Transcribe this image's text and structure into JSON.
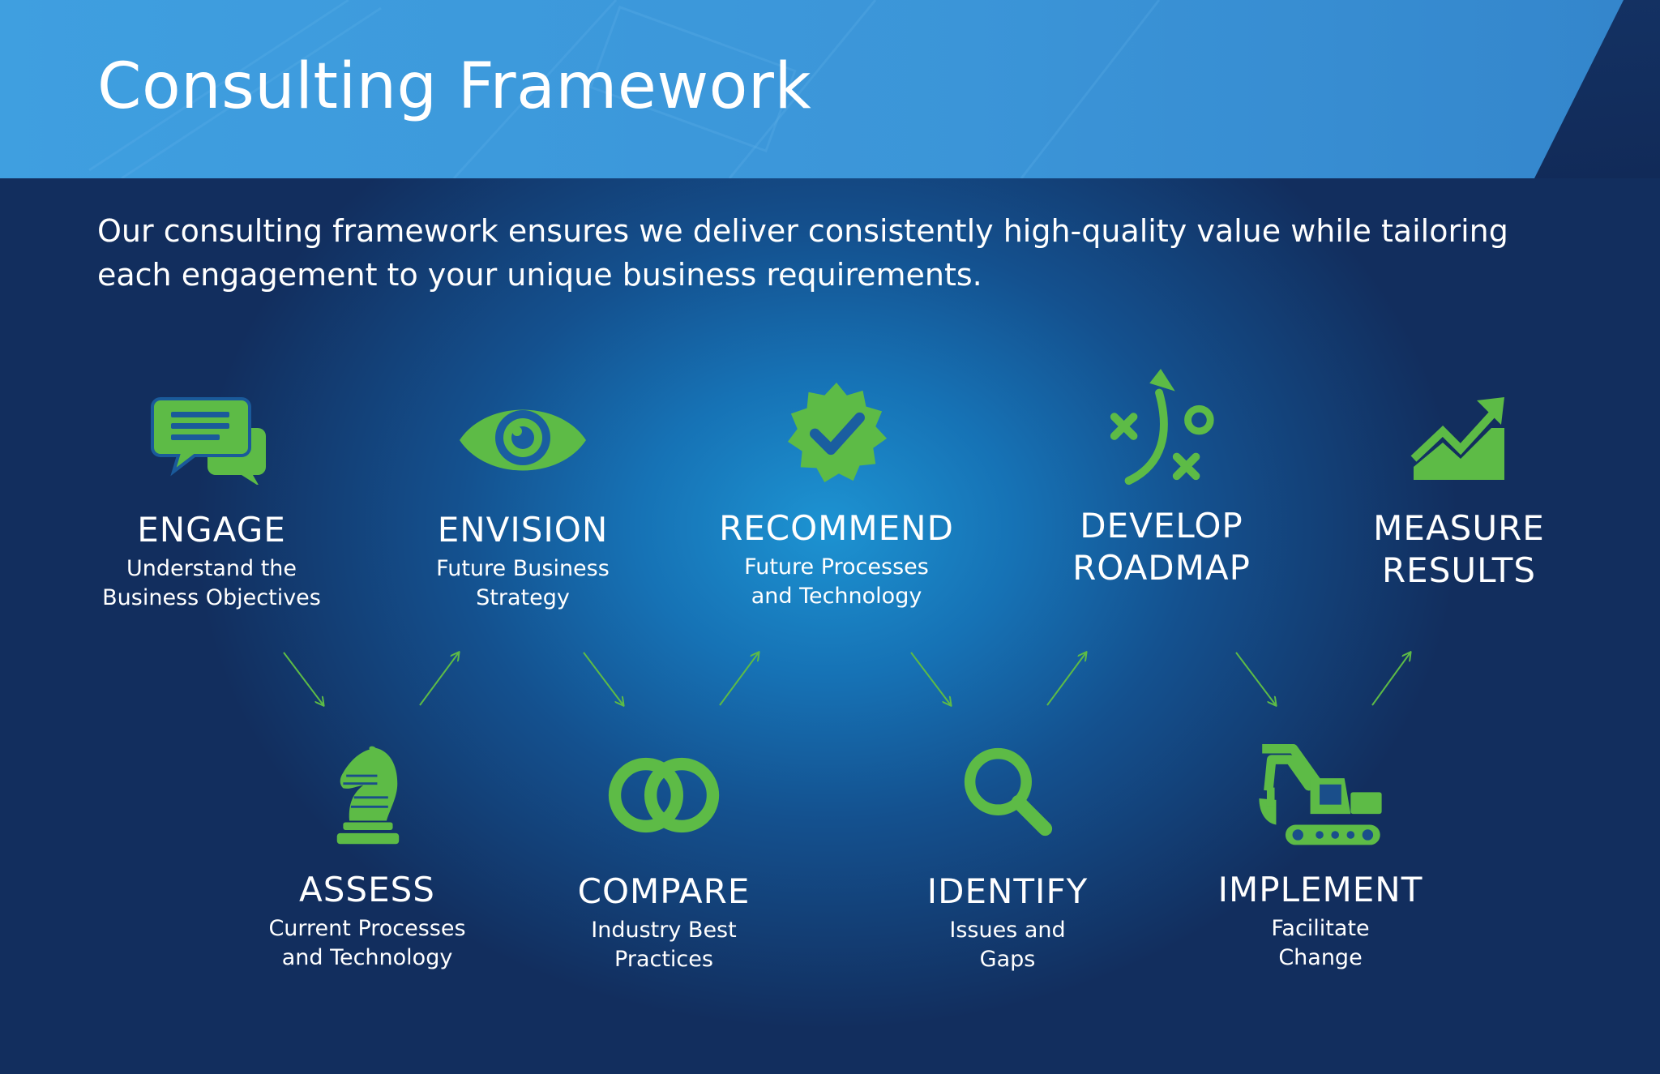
{
  "header": {
    "title": "Consulting Framework"
  },
  "intro": {
    "text": "Our consulting framework ensures we deliver consistently high-quality value while tailoring each engagement to your unique business requirements."
  },
  "colors": {
    "accent_green": "#5dbb46",
    "banner_blue": "#3a9de0",
    "background_dark": "#122e5e",
    "background_center": "#1d93d2"
  },
  "steps": [
    {
      "title": "ENGAGE",
      "subtitle": "Understand the\nBusiness Objectives",
      "icon": "chat-bubbles-icon"
    },
    {
      "title": "ENVISION",
      "subtitle": "Future Business\nStrategy",
      "icon": "eye-icon"
    },
    {
      "title": "RECOMMEND",
      "subtitle": "Future Processes\nand Technology",
      "icon": "verified-badge-icon"
    },
    {
      "title": "DEVELOP\nROADMAP",
      "subtitle": "",
      "icon": "strategy-play-icon"
    },
    {
      "title": "MEASURE\nRESULTS",
      "subtitle": "",
      "icon": "growth-chart-icon"
    },
    {
      "title": "ASSESS",
      "subtitle": "Current Processes\nand Technology",
      "icon": "chess-knight-icon"
    },
    {
      "title": "COMPARE",
      "subtitle": "Industry Best\nPractices",
      "icon": "interlocking-rings-icon"
    },
    {
      "title": "IDENTIFY",
      "subtitle": "Issues and\nGaps",
      "icon": "magnifier-icon"
    },
    {
      "title": "IMPLEMENT",
      "subtitle": "Facilitate\nChange",
      "icon": "excavator-icon"
    }
  ]
}
